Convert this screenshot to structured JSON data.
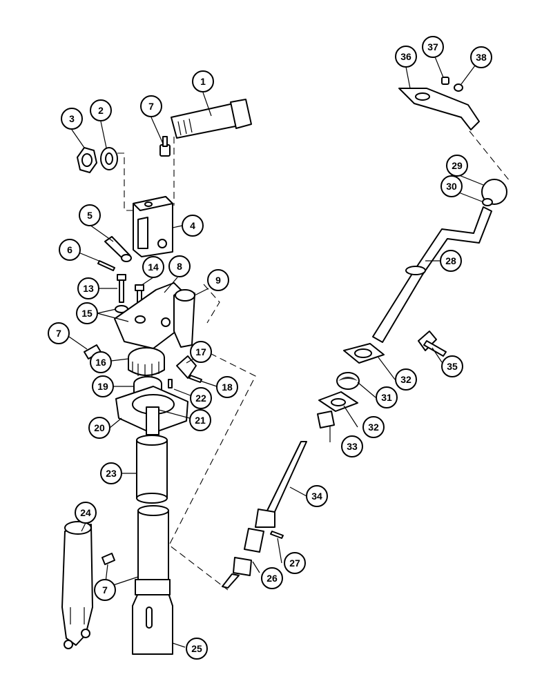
{
  "diagram": {
    "callouts": [
      {
        "label": "1"
      },
      {
        "label": "2"
      },
      {
        "label": "3"
      },
      {
        "label": "7"
      },
      {
        "label": "4"
      },
      {
        "label": "5"
      },
      {
        "label": "6"
      },
      {
        "label": "14"
      },
      {
        "label": "8"
      },
      {
        "label": "9"
      },
      {
        "label": "13"
      },
      {
        "label": "15"
      },
      {
        "label": "7"
      },
      {
        "label": "16"
      },
      {
        "label": "17"
      },
      {
        "label": "18"
      },
      {
        "label": "19"
      },
      {
        "label": "22"
      },
      {
        "label": "20"
      },
      {
        "label": "21"
      },
      {
        "label": "23"
      },
      {
        "label": "24"
      },
      {
        "label": "7"
      },
      {
        "label": "25"
      },
      {
        "label": "36"
      },
      {
        "label": "37"
      },
      {
        "label": "38"
      },
      {
        "label": "29"
      },
      {
        "label": "30"
      },
      {
        "label": "28"
      },
      {
        "label": "35"
      },
      {
        "label": "32"
      },
      {
        "label": "31"
      },
      {
        "label": "32"
      },
      {
        "label": "33"
      },
      {
        "label": "34"
      },
      {
        "label": "27"
      },
      {
        "label": "26"
      }
    ]
  }
}
